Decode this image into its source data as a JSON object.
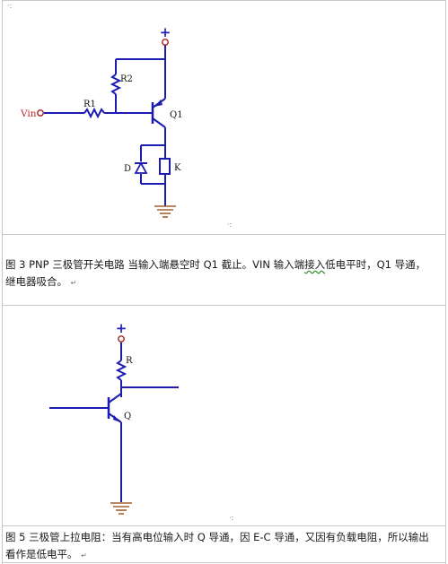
{
  "figure1": {
    "labels": {
      "vin": "Vin",
      "r1": "R1",
      "r2": "R2",
      "q1": "Q1",
      "d": "D",
      "k": "K",
      "plus": "+"
    },
    "caption_line1_a": "图 3 PNP 三极管开关电路 当输入端悬空时 Q1 截止。VIN 输入端",
    "caption_line1_squig": "接入",
    "caption_line1_b": "低电平时，Q1 导通，",
    "caption_line2": "继电器吸合。"
  },
  "figure2": {
    "labels": {
      "plus": "+",
      "r": "R",
      "q": "Q"
    },
    "caption_line1": "图 5  三极管上拉电阻：当有高电位输入时 Q 导通，因 E-C 导通，又因有负载电阻，所以输出",
    "caption_line2": "看作是低电平。"
  },
  "marks": {
    "para": "↵",
    "tick": "·:"
  },
  "colors": {
    "wire": "#1c1cb0",
    "input": "#a02020",
    "ground": "#a06030",
    "accent": "#c0282d"
  }
}
